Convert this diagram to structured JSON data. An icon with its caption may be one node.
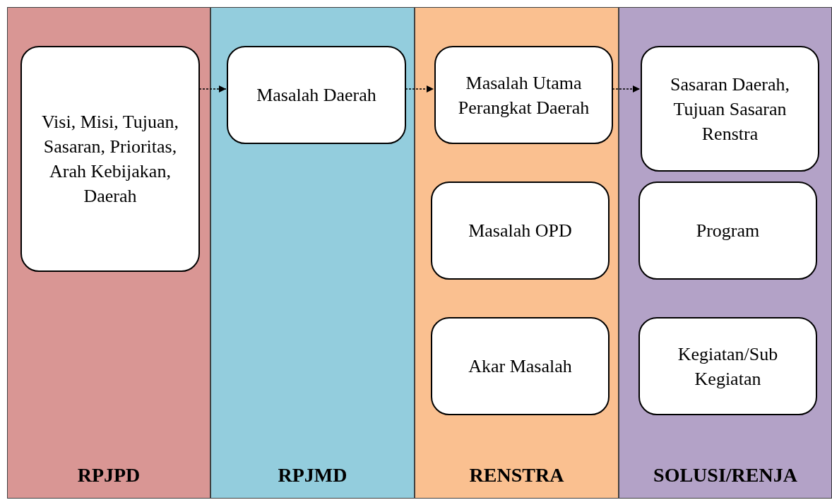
{
  "diagram": {
    "nodes": [
      {
        "text": [
          "RPJPD"
        ]
      },
      {
        "text": [
          "Visi, Misi, Tujuan, Sasaran, Prioritas, Arah Kebijakan, Daerah"
        ],
        "in": 0
      },
      {
        "text": [
          "RPJMD"
        ]
      },
      {
        "text": [
          "Masalah Daerah"
        ],
        "in": 2
      },
      {
        "text": [
          "RENSTRA"
        ]
      },
      {
        "text": [
          "Masalah Utama Perangkat Daerah"
        ],
        "in": 4
      },
      {
        "text": [
          "Masalah OPD"
        ],
        "in": 4
      },
      {
        "text": [
          "Akar Masalah"
        ],
        "in": 4
      },
      {
        "text": [
          "SOLUSI/RENJA"
        ]
      },
      {
        "text": [
          "Sasaran Daerah, Tujuan Sasaran Renstra"
        ],
        "in": 8
      },
      {
        "text": [
          "Program"
        ],
        "in": 8
      },
      {
        "text": [
          "Kegiatan/Sub Kegiatan"
        ],
        "in": 8
      }
    ],
    "edges": [
      {
        "from": 1,
        "to": 3,
        "arrow": "to",
        "style": "dashed"
      },
      {
        "from": 3,
        "to": 5,
        "arrow": "to",
        "style": "dashed"
      },
      {
        "from": 5,
        "to": 9,
        "arrow": "to",
        "style": "dashed"
      }
    ]
  }
}
